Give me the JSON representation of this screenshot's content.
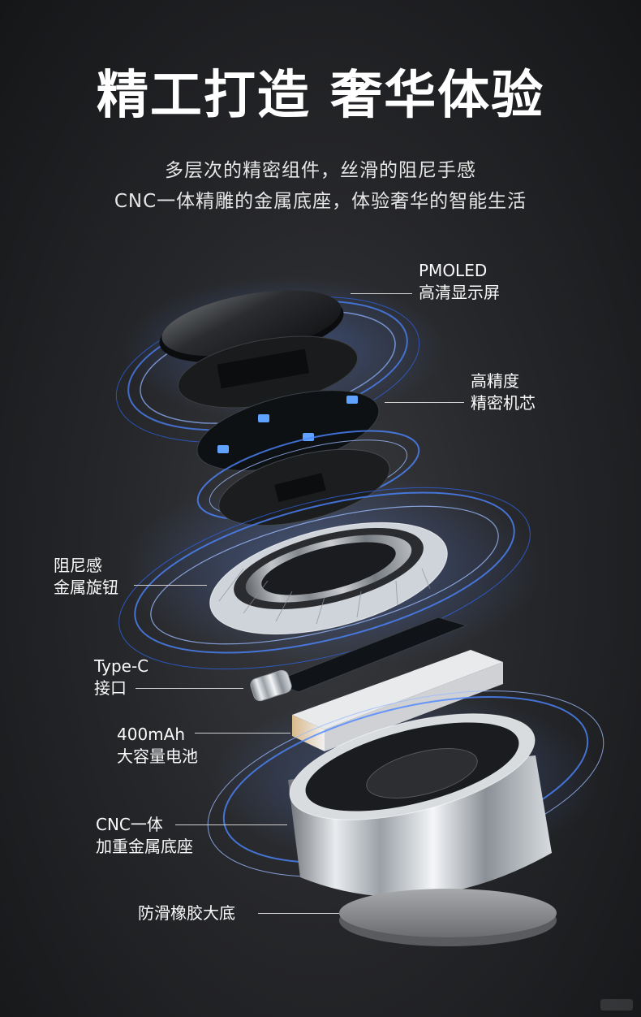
{
  "header": {
    "title": "精工打造 奢华体验",
    "subtitle_line1": "多层次的精密组件，丝滑的阻尼手感",
    "subtitle_line2": "CNC一体精雕的金属底座，体验奢华的智能生活"
  },
  "callouts": {
    "display": {
      "line1": "PMOLED",
      "line2": "高清显示屏"
    },
    "movement": {
      "line1": "高精度",
      "line2": "精密机芯"
    },
    "knob": {
      "line1": "阻尼感",
      "line2": "金属旋钮"
    },
    "port": {
      "line1": "Type-C",
      "line2": "接口"
    },
    "battery": {
      "line1": "400mAh",
      "line2": "大容量电池"
    },
    "base": {
      "line1": "CNC一体",
      "line2": "加重金属底座"
    },
    "pad": {
      "line1": "防滑橡胶大底"
    }
  },
  "colors": {
    "accent_glow": "#3f7bff",
    "background": "#222326",
    "text": "#ffffff"
  }
}
